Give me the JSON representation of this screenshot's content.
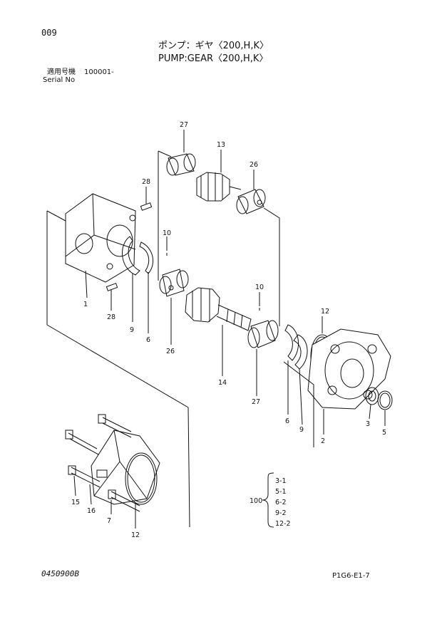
{
  "page": {
    "number": "009",
    "drawing_no": "0450900B",
    "ref": "P1G6-E1-7"
  },
  "title": {
    "jp": "ポンプ：ギヤ〈200,H,K〉",
    "en": "PUMP:GEAR〈200,H,K〉"
  },
  "serial": {
    "label_jp": "適用号機",
    "value": "100001-",
    "label_en": "Serial No"
  },
  "callouts": [
    "27",
    "13",
    "26",
    "28",
    "10",
    "1",
    "28",
    "9",
    "6",
    "26",
    "14",
    "10",
    "12",
    "27",
    "6",
    "9",
    "2",
    "3",
    "5",
    "15",
    "16",
    "7",
    "12"
  ],
  "kit": {
    "number": "100",
    "items": [
      "3-1",
      "5-1",
      "6-2",
      "9-2",
      "12-2"
    ]
  }
}
